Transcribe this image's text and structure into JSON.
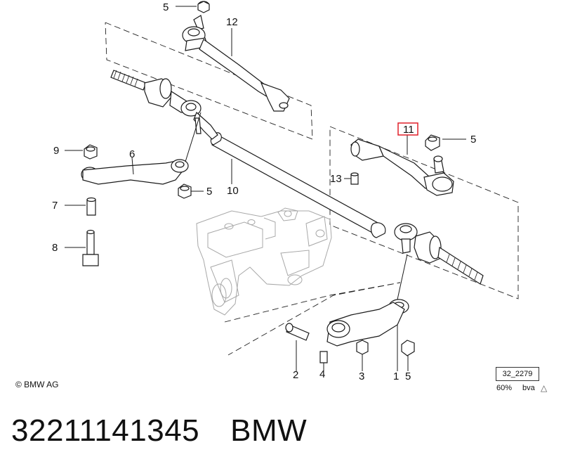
{
  "diagram": {
    "callouts": {
      "c1": "1",
      "c2": "2",
      "c3": "3",
      "c4": "4",
      "c5a": "5",
      "c5b": "5",
      "c5c": "5",
      "c5d": "5",
      "c6": "6",
      "c7": "7",
      "c8": "8",
      "c9": "9",
      "c10": "10",
      "c11": "11",
      "c12": "12",
      "c13": "13"
    },
    "highlight_color": "#e0202a",
    "line_color": "#1a1a1a",
    "ghost_color": "#9a9a9a"
  },
  "copyright": "© BMW AG",
  "ref_code": "32_2279",
  "scale": "60%",
  "author": "bva",
  "footer": {
    "part_number": "32211141345",
    "brand": "BMW"
  }
}
